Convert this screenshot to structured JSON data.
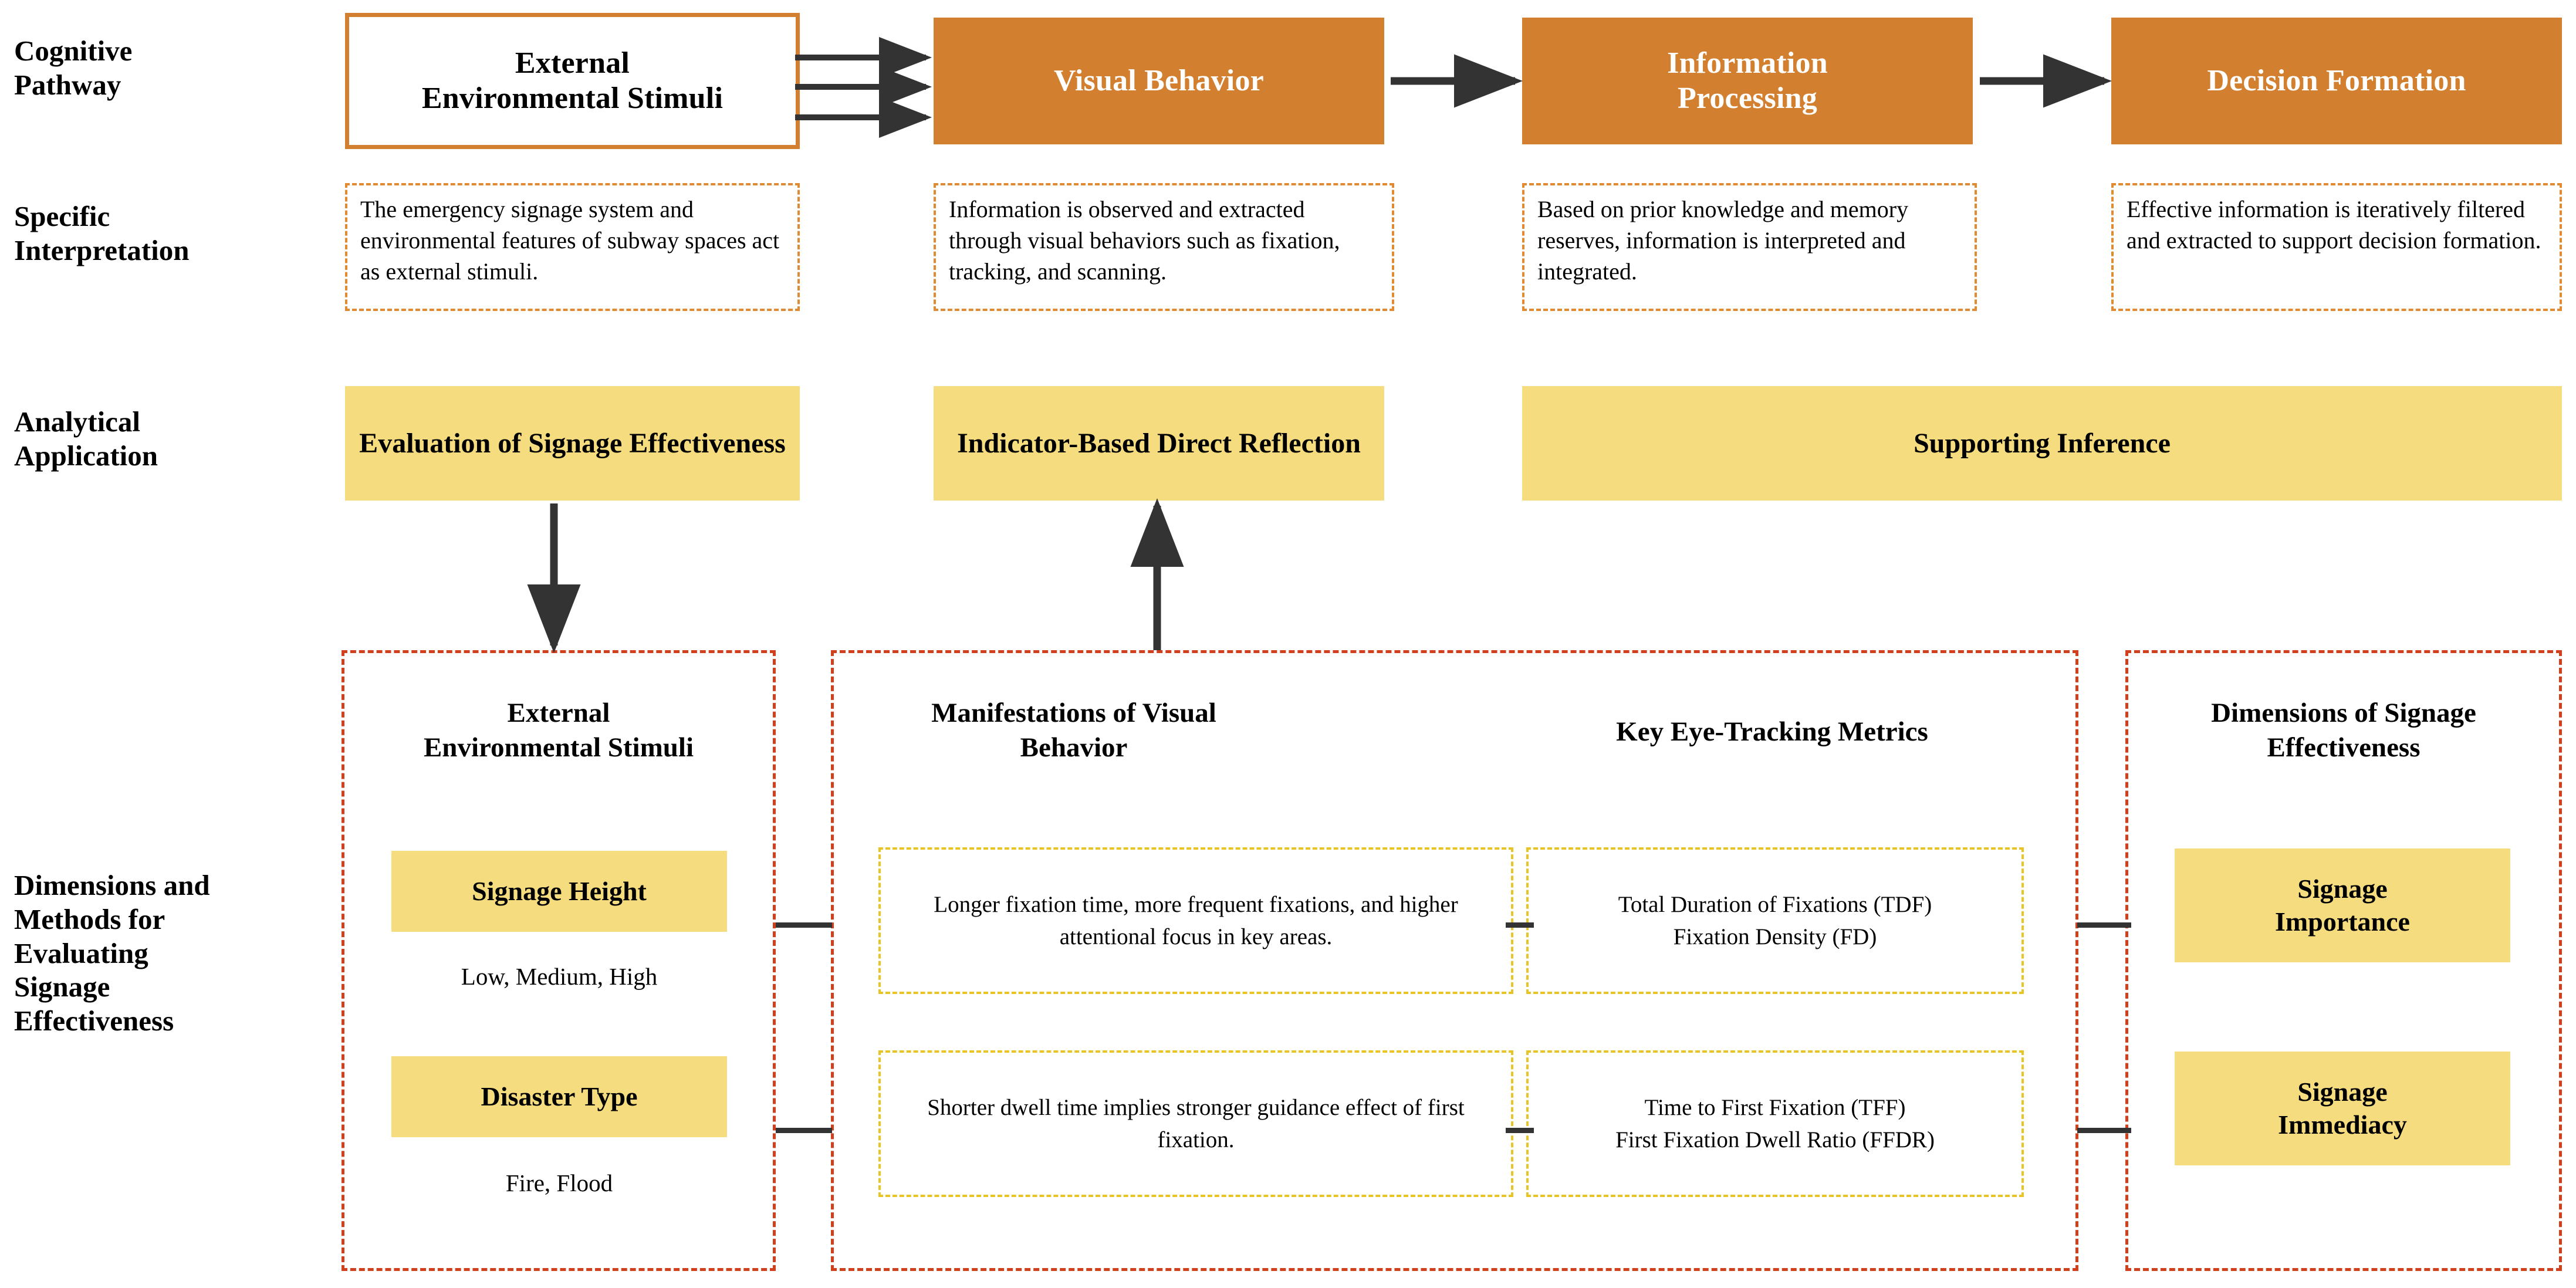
{
  "rows": {
    "cognitive_pathway_label": "Cognitive\nPathway",
    "specific_interpretation_label": "Specific\nInterpretation",
    "analytical_application_label": "Analytical\nApplication",
    "dimensions_methods_label": "Dimensions and\nMethods for\nEvaluating\nSignage\nEffectiveness"
  },
  "cognitive_pathway": {
    "stages": [
      {
        "label": "External\nEnvironmental Stimuli",
        "style": "outlined"
      },
      {
        "label": "Visual Behavior",
        "style": "filled"
      },
      {
        "label": "Information\nProcessing",
        "style": "filled"
      },
      {
        "label": "Decision Formation",
        "style": "filled"
      }
    ]
  },
  "specific_interpretation": {
    "items": [
      "The emergency signage system and environmental features of subway spaces act as external stimuli.",
      "Information is observed and extracted through visual behaviors such as fixation, tracking, and scanning.",
      "Based on prior knowledge and memory reserves, information is interpreted and integrated.",
      "Effective information is iteratively filtered and extracted to support decision formation."
    ]
  },
  "analytical_application": {
    "items": [
      "Evaluation of Signage Effectiveness",
      "Indicator-Based Direct Reflection",
      "Supporting Inference"
    ]
  },
  "bottom": {
    "panel_titles": {
      "external_stimuli": "External\nEnvironmental Stimuli",
      "visual_behavior": "Manifestations of Visual\nBehavior",
      "eye_tracking": "Key Eye-Tracking Metrics",
      "signage_effectiveness": "Dimensions of Signage\nEffectiveness"
    },
    "stimuli_chips": [
      {
        "title": "Signage Height",
        "caption": "Low, Medium, High"
      },
      {
        "title": "Disaster Type",
        "caption": "Fire, Flood"
      }
    ],
    "manifestations": [
      "Longer fixation time, more frequent fixations, and higher attentional focus in key areas.",
      "Shorter dwell time implies stronger guidance effect of first fixation."
    ],
    "metrics": [
      "Total Duration of Fixations (TDF)\nFixation Density (FD)",
      "Time to First Fixation (TFF)\nFirst Fixation Dwell Ratio (FFDR)"
    ],
    "effectiveness_chips": [
      "Signage\nImportance",
      "Signage\nImmediacy"
    ]
  },
  "colors": {
    "orange_fill": "#D2802F",
    "orange_dashed": "#E08A33",
    "yellow_fill": "#F5DC7E",
    "gold_dashed": "#E8C425",
    "red_dashed": "#D1401C",
    "connector": "#333333"
  }
}
